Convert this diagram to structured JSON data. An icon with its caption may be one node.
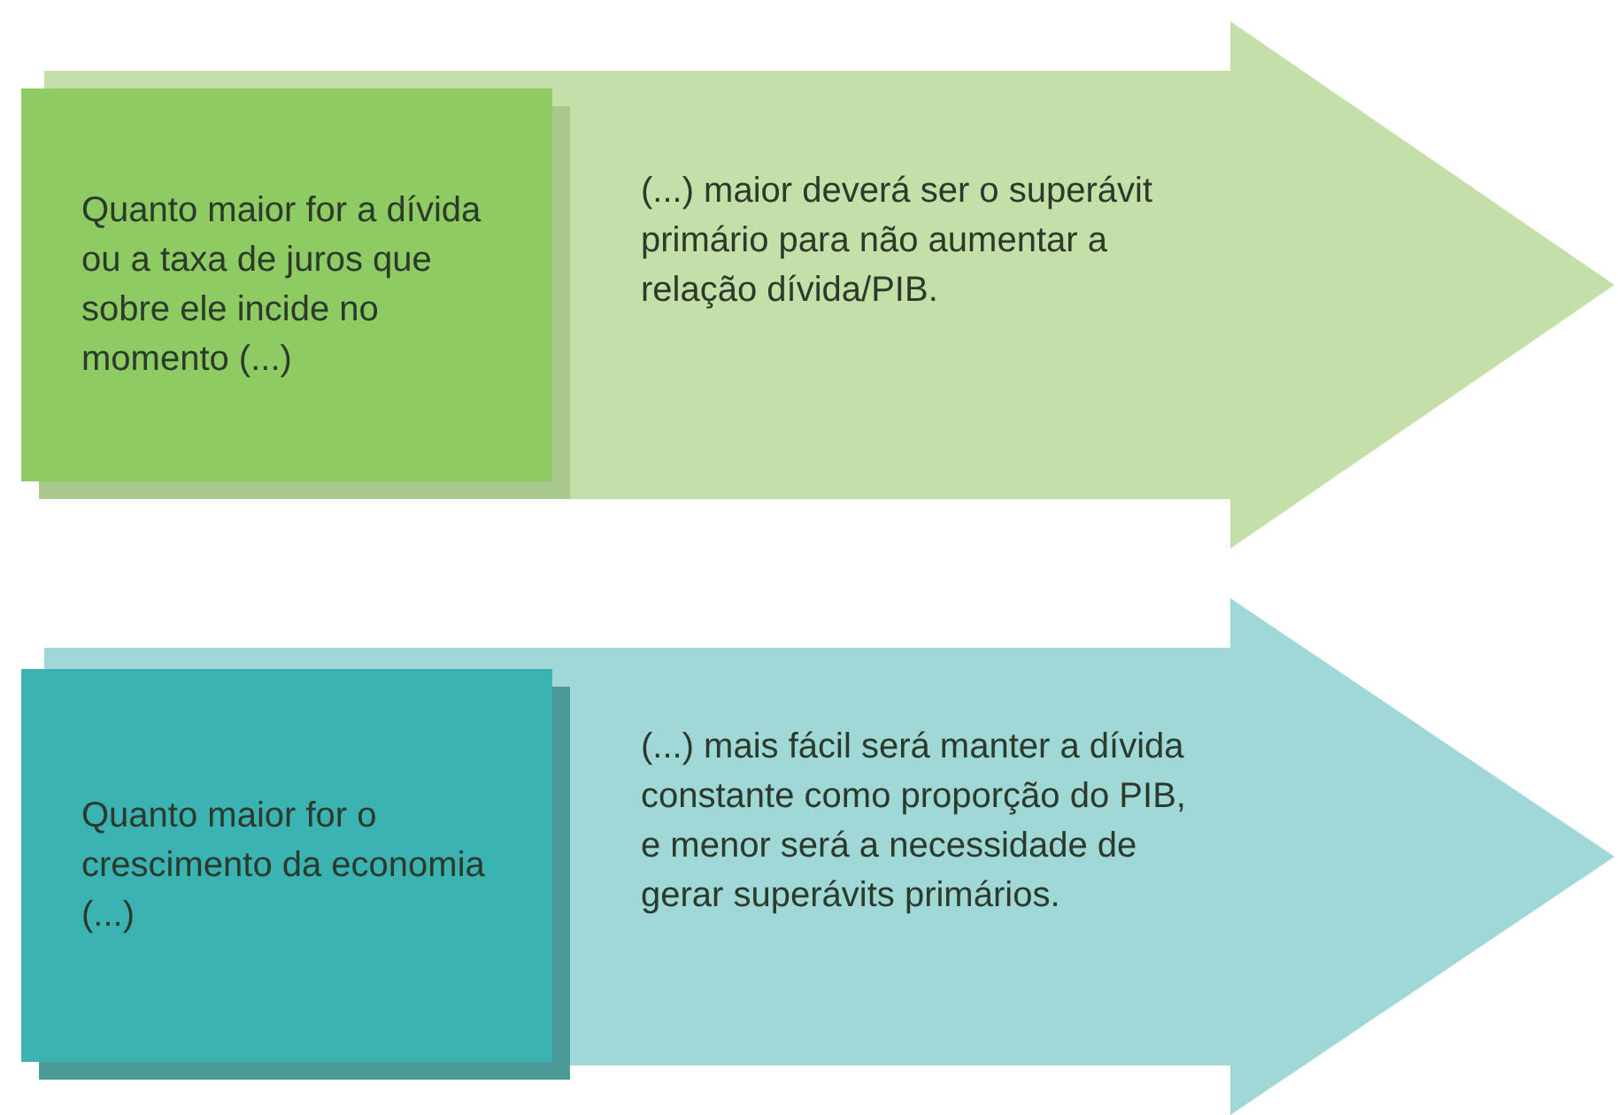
{
  "diagram": {
    "nodes": [
      {
        "text": [
          "(...) maior deverá ser o superávit primário para não aumentar a relação dívida/PIB."
        ]
      },
      {
        "text": [
          "Quanto maior for a dívida ou a taxa de juros que sobre ele incide no momento (...)"
        ],
        "in": 0
      },
      {
        "text": [
          "(...) mais fácil será manter a dívida constante como proporção do PIB, e menor será a necessidade de gerar superávits primários."
        ]
      },
      {
        "text": [
          "Quanto maior for o crescimento da economia (...)"
        ],
        "in": 2
      }
    ]
  }
}
